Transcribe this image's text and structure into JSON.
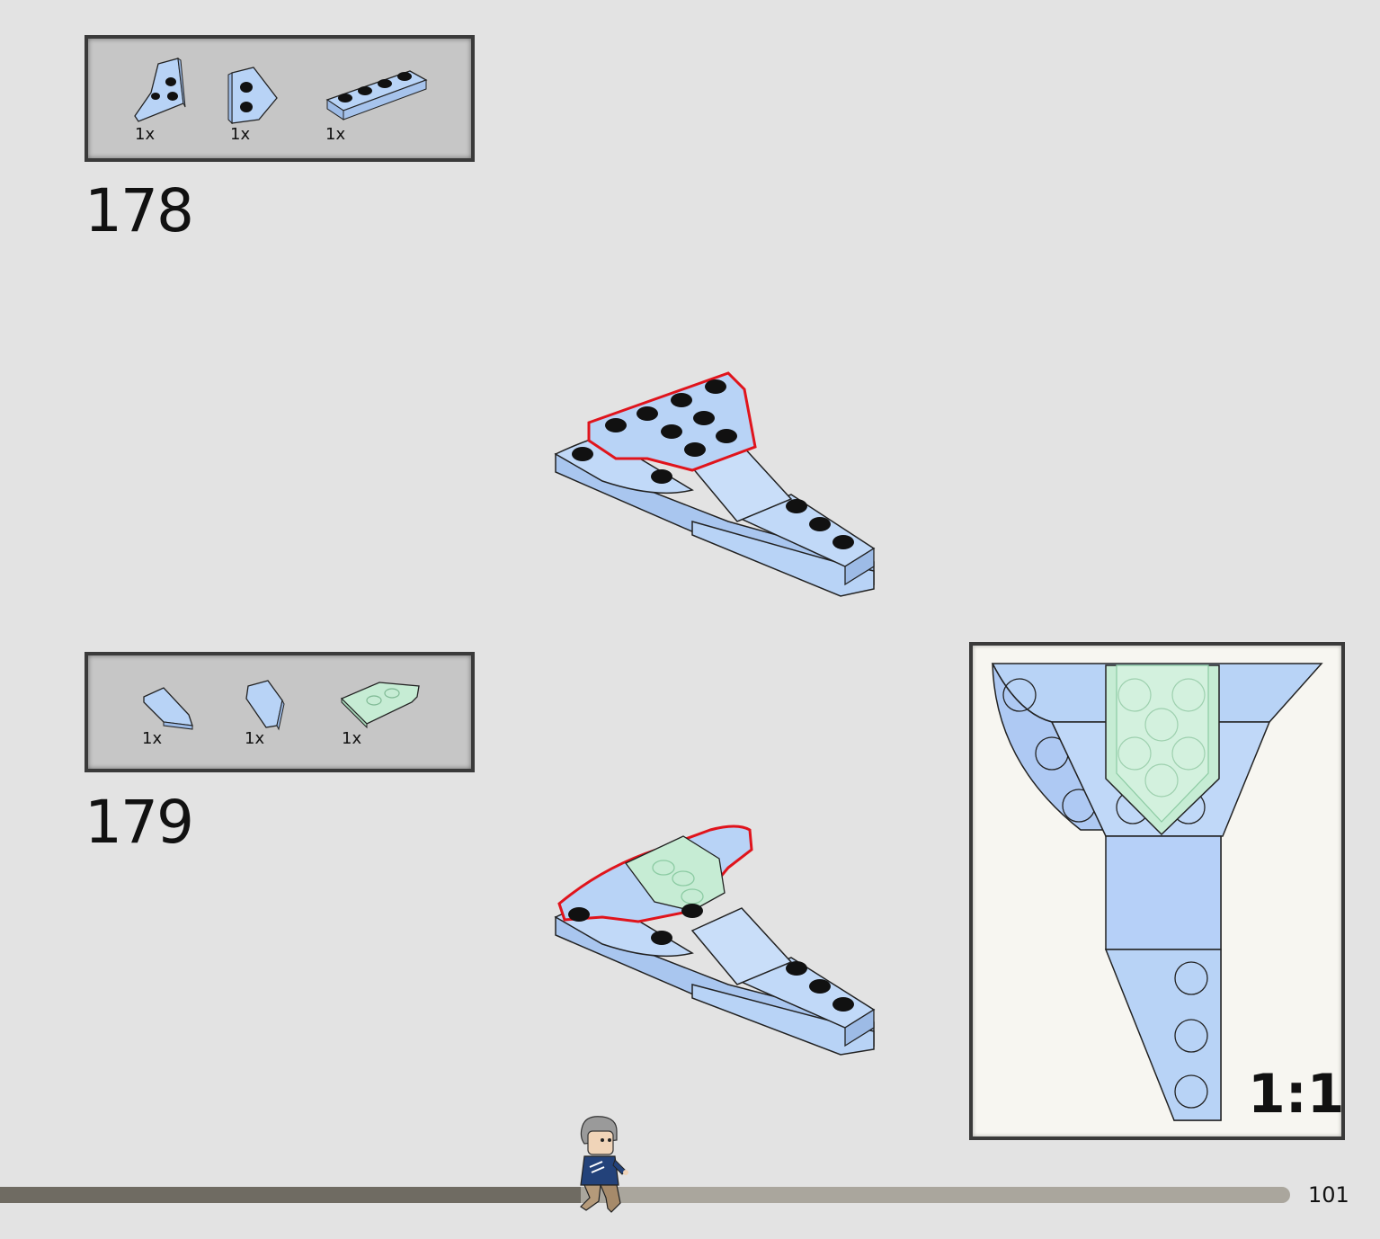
{
  "steps": [
    {
      "number": "178",
      "parts": [
        {
          "icon": "wing-plate-2x3-left-icon",
          "qty": "1x"
        },
        {
          "icon": "wedge-plate-2x2-icon",
          "qty": "1x"
        },
        {
          "icon": "plate-1x4-icon",
          "qty": "1x"
        }
      ]
    },
    {
      "number": "179",
      "parts": [
        {
          "icon": "wedge-slope-left-icon",
          "qty": "1x"
        },
        {
          "icon": "wedge-slope-right-icon",
          "qty": "1x"
        },
        {
          "icon": "trans-green-wedge-plate-icon",
          "qty": "1x"
        }
      ]
    }
  ],
  "callout": {
    "scale": "1:1"
  },
  "page": {
    "number": "101",
    "progress_percent": 45
  },
  "colors": {
    "brick_blue": "#b8d3f6",
    "trans_green": "#c6ecd4",
    "highlight": "#e0141c",
    "background": "#e3e3e3"
  }
}
